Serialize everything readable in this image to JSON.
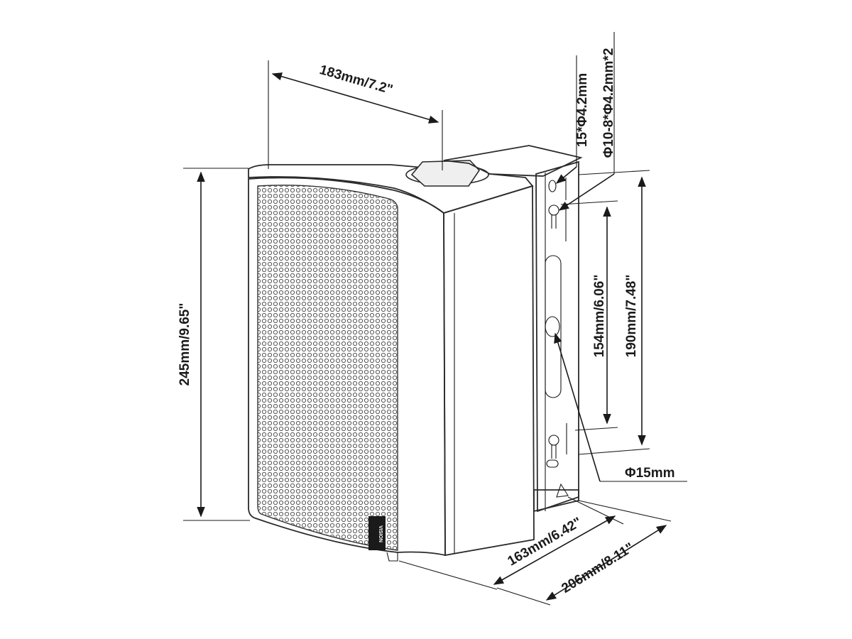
{
  "dimensions": {
    "width": "183mm/7.2\"",
    "height": "245mm/9.65\"",
    "depth_body": "163mm/6.42\"",
    "depth_total": "206mm/8.11\"",
    "hole_spacing_inner": "154mm/6.06\"",
    "hole_spacing_outer": "190mm/7.48\"",
    "hole_small": "15*Φ4.2mm",
    "hole_keyhole": "Φ10-8*Φ4.2mm*2",
    "hole_center": "Φ15mm"
  },
  "brand": {
    "logo": "VISION"
  }
}
